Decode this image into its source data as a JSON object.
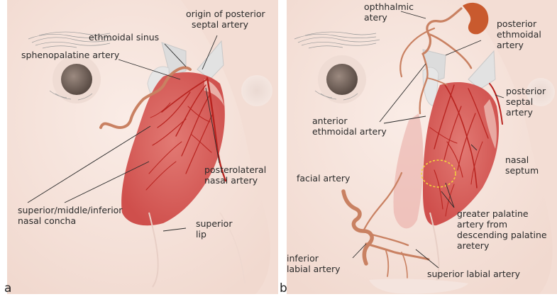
{
  "panels": [
    {
      "letter": "a",
      "labels": {
        "origin_posterior_septal": [
          "origin of posterior",
          "septal artery"
        ],
        "ethmoidal_sinus": [
          "ethmoidal sinus"
        ],
        "sphenopalatine": [
          "sphenopalatine artery"
        ],
        "posterolateral": [
          "posterolateral",
          "nasal artery"
        ],
        "concha": [
          "superior/middle/inferior",
          "nasal concha"
        ],
        "superior_lip": [
          "superior",
          "lip"
        ]
      }
    },
    {
      "letter": "b",
      "labels": {
        "ophthalmic": [
          "opthhalmic",
          "atery"
        ],
        "posterior_ethmoidal": [
          "posterior",
          "ethmoidal",
          "artery"
        ],
        "posterior_septal": [
          "posterior",
          "septal",
          "artery"
        ],
        "anterior_ethmoidal": [
          "anterior",
          "ethmoidal artery"
        ],
        "nasal_septum": [
          "nasal",
          "septum"
        ],
        "facial": [
          "facial artery"
        ],
        "greater_palatine": [
          "greater palatine",
          "artery from",
          "descending palatine",
          "aretery"
        ],
        "inferior_labial": [
          "inferior",
          "labial artery"
        ],
        "superior_labial": [
          "superior labial artery"
        ]
      }
    }
  ],
  "colors": {
    "skin": "#f6e4dc",
    "mucosa": "#dd6a66",
    "artery": "#b8231f",
    "vessel": "#c98162",
    "bone": "#dcdcdc"
  }
}
